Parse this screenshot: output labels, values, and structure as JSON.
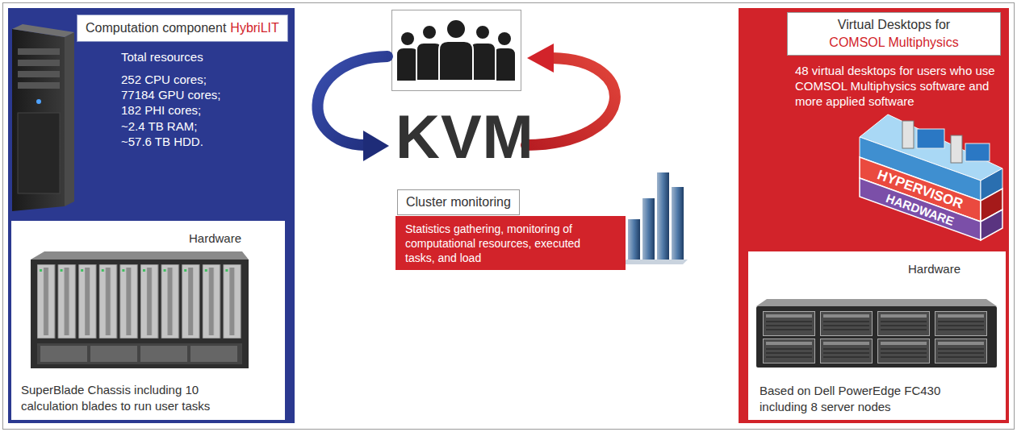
{
  "diagram": {
    "nodes": [
      {
        "text": [
          "Total resources",
          "252 CPU cores;",
          "77184 GPU cores;",
          "182 PHI cores;",
          "~2.4 TB RAM;",
          "~57.6 TB HDD."
        ]
      },
      {
        "text": [
          "Computation component",
          "HybriLIT"
        ],
        "in": 0
      },
      {
        "text": [
          "Hardware",
          "SuperBlade Chassis including 10 calculation blades to run user tasks"
        ],
        "in": 0
      },
      {
        "text": [
          "Statistics gathering, monitoring of computational resources, executed tasks, and load"
        ]
      },
      {
        "text": [
          "Cluster monitoring"
        ],
        "in": 3
      },
      {
        "text": [
          "48 virtual desktops for users who use COMSOL Multiphysics software and more applied software"
        ]
      },
      {
        "text": [
          "Virtual Desktops for",
          "COMSOL Multiphysics"
        ],
        "in": 5
      },
      {
        "text": [
          "Hardware",
          "Based on Dell PowerEdge FC430 including 8 server nodes"
        ],
        "in": 5
      }
    ],
    "labels": [
      "KVM",
      "HYPERVISOR",
      "HARDWARE"
    ]
  }
}
